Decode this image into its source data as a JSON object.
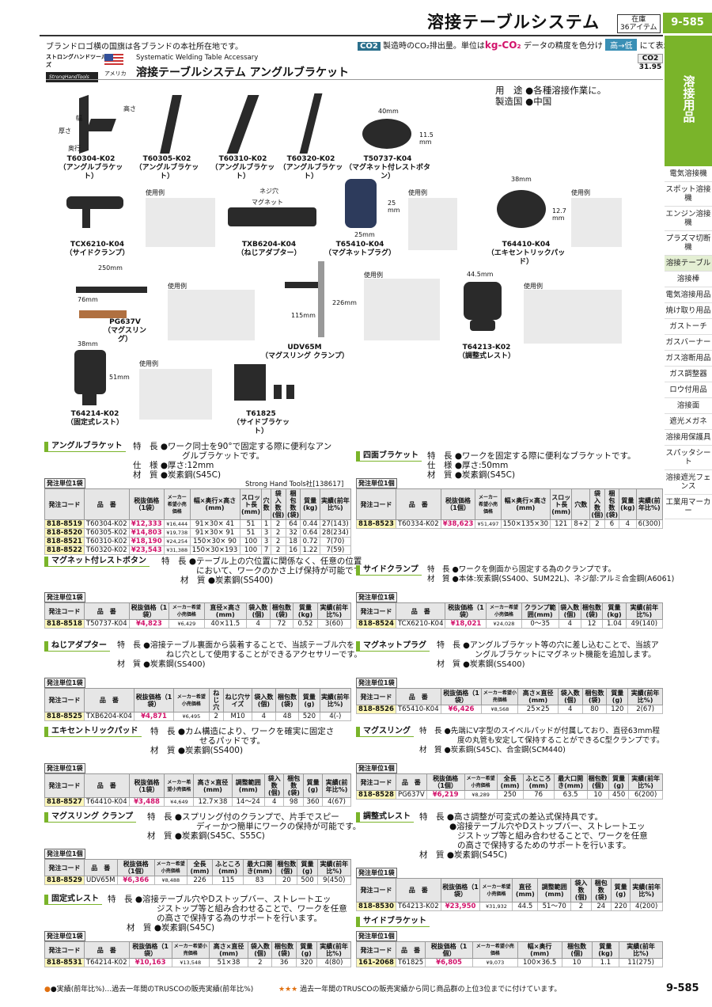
{
  "header": {
    "title": "溶接テーブルシステム",
    "stock_l1": "在庫",
    "stock_l2": "36アイテム",
    "page": "9-585"
  },
  "notes": {
    "brand": "ブランドロゴ横の国旗は各ブランドの本社所在地です。",
    "co2_badge": "CO2",
    "co2_text": "製造時のCO₂排出量。単位は",
    "co2_unit": "kg-CO₂",
    "co2_tail": "データの精度を色分け",
    "co2_hi": "高",
    "co2_lo": "低",
    "co2_end": "にて表示。"
  },
  "brand": {
    "name_jp": "ストロングハンドツールズ",
    "logo": "StrongHandTools",
    "country": "アメリカ"
  },
  "subtitle": {
    "en": "Systematic Welding Table Accessary",
    "jp": "溶接テーブルシステム アングルブラケット"
  },
  "co2_value": {
    "label": "CO2",
    "value": "31.95"
  },
  "spec": {
    "l1k": "用　途",
    "l1v": "●各種溶接作業に。",
    "l2k": "製造国",
    "l2v": "●中国"
  },
  "sidebar": {
    "category": "溶接用品",
    "items": [
      "電気溶接機",
      "スポット溶接機",
      "エンジン溶接機",
      "プラズマ切断機",
      "溶接テーブル",
      "溶接棒",
      "電気溶接用品",
      "焼け取り用品",
      "ガストーチ",
      "ガスバーナー",
      "ガス溶断用品",
      "ガス調整器",
      "ロウ付用品",
      "溶接面",
      "遮光メガネ",
      "溶接用保護具",
      "スパッタシート",
      "溶接遮光フェンス",
      "工業用マーカー"
    ]
  },
  "products": {
    "p1a": "T60304-K02",
    "p1b": "（アングルブラケット）",
    "p2a": "T60305-K02",
    "p2b": "（アングルブラケット）",
    "p3a": "T60310-K02",
    "p3b": "（アングルブラケット）",
    "p4a": "T60320-K02",
    "p4b": "（アングルブラケット）",
    "p5a": "T50737-K04",
    "p5b": "（マグネット付レストボタン）",
    "p6a": "TCX6210-K04",
    "p6b": "（サイドクランプ）",
    "p7a": "TXB6204-K04",
    "p7b": "（ねじアダプター）",
    "p8a": "T65410-K04",
    "p8b": "（マグネットプラグ）",
    "p9a": "T64410-K04",
    "p9b": "（エキセントリックパッド）",
    "p10a": "PG637V",
    "p10b": "（マグスリング）",
    "p11a": "UDV65M",
    "p11b": "（マグスリング クランプ）",
    "p12a": "T64213-K02",
    "p12b": "（調整式レスト）",
    "p13a": "T64214-K02",
    "p13b": "（固定式レスト）",
    "p14a": "T61825",
    "p14b": "（サイドブラケット）"
  },
  "dims": {
    "taka": "高さ",
    "haba": "幅",
    "atsusa": "厚さ",
    "okuyuki": "奥行",
    "d40": "40mm",
    "d115": "11.5 mm",
    "neji": "ネジ穴",
    "magnet": "マグネット",
    "d25": "25 mm",
    "d25b": "25mm",
    "d38": "38mm",
    "d127": "12.7 mm",
    "d250": "250mm",
    "d76": "76mm",
    "d226": "226mm",
    "d115b": "115mm",
    "d445": "44.5mm",
    "d38b": "38mm",
    "d51": "51mm"
  },
  "useex": "使用例",
  "s1": {
    "title": "アングルブラケット",
    "d1": "特　長 ●ワーク同士を90°で固定する際に便利なアン",
    "d2": "グルブラケットです。",
    "d3": "仕　様 ●厚さ:12mm",
    "d4": "材　質 ●炭素鋼(S45C)",
    "maker": "Strong Hand Tools社[138617]",
    "unit": "発注単位1袋",
    "headers": [
      "発注コード",
      "品　番",
      "税抜価格（1袋）",
      "メーカー希望小売価格",
      "幅×奥行×高さ(mm)",
      "スロット長(mm)",
      "穴数",
      "袋入数(個)",
      "梱包数(袋)",
      "質量(kg)",
      "実績(前年比%)"
    ],
    "rows": [
      [
        "818-8519",
        "T60304-K02",
        "¥12,333",
        "¥16,444",
        "91×30× 41",
        "51",
        "1",
        "2",
        "64",
        "0.44",
        "27(143)"
      ],
      [
        "818-8520",
        "T60305-K02",
        "¥14,803",
        "¥19,738",
        "91×30× 91",
        "51",
        "3",
        "2",
        "32",
        "0.64",
        "28(234)"
      ],
      [
        "818-8521",
        "T60310-K02",
        "¥18,190",
        "¥24,254",
        "150×30× 90",
        "100",
        "3",
        "2",
        "18",
        "0.72",
        "7(70)"
      ],
      [
        "818-8522",
        "T60320-K02",
        "¥23,543",
        "¥31,388",
        "150×30×193",
        "100",
        "7",
        "2",
        "16",
        "1.22",
        "7(59)"
      ]
    ]
  },
  "s2": {
    "title": "四面ブラケット",
    "d1": "特　長 ●ワークを固定する際に便利なブラケットです。",
    "d2": "仕　様 ●厚さ:50mm",
    "d3": "材　質 ●炭素鋼(S45C)",
    "unit": "発注単位1個",
    "headers": [
      "発注コード",
      "品　番",
      "税抜価格（1個）",
      "メーカー希望小売価格",
      "幅×奥行×高さ(mm)",
      "スロット長(mm)",
      "穴数",
      "袋入数(個)",
      "梱包数(袋)",
      "質量(kg)",
      "実績(前年比%)"
    ],
    "rows": [
      [
        "818-8523",
        "T60334-K02",
        "¥38,623",
        "¥51,497",
        "150×135×30",
        "121",
        "8+2",
        "2",
        "6",
        "4",
        "6(300)"
      ]
    ]
  },
  "s3": {
    "title": "マグネット付レストボタン",
    "d1": "特　長 ●テーブル上の穴位置に関係なく、任意の位置",
    "d2": "において、ワークのかさ上げ保持が可能です。",
    "d3": "材　質 ●炭素鋼(SS400)",
    "unit": "発注単位1袋",
    "headers": [
      "発注コード",
      "品　番",
      "税抜価格（1袋）",
      "メーカー希望小売価格",
      "直径×高さ(mm)",
      "袋入数(個)",
      "梱包数(袋)",
      "質量(kg)",
      "実績(前年比%)"
    ],
    "rows": [
      [
        "818-8518",
        "T50737-K04",
        "¥4,823",
        "¥6,429",
        "40×11.5",
        "4",
        "72",
        "0.52",
        "3(60)"
      ]
    ]
  },
  "s4": {
    "title": "サイドクランプ",
    "d1": "特　長 ●ワークを側面から固定する為のクランプです。",
    "d2": "材　質 ●本体:炭素鋼(SS400、SUM22L)、ネジ部:アルミ合金鋼(A6061)",
    "unit": "発注単位1袋",
    "headers": [
      "発注コード",
      "品　番",
      "税抜価格（1袋）",
      "メーカー希望小売価格",
      "クランプ範囲(mm)",
      "袋入数(個)",
      "梱包数(袋)",
      "質量(kg)",
      "実績(前年比%)"
    ],
    "rows": [
      [
        "818-8524",
        "TCX6210-K04",
        "¥18,021",
        "¥24,028",
        "0～35",
        "4",
        "12",
        "1.04",
        "49(140)"
      ]
    ]
  },
  "s5": {
    "title": "ねじアダプター",
    "d1": "特　長 ●溶接テーブル裏面から装着することで、当該テーブル穴を",
    "d2": "ねじ穴として使用することができるアクセサリーです。",
    "d3": "材　質 ●炭素鋼(SS400)",
    "unit": "発注単位1袋",
    "headers": [
      "発注コード",
      "品　番",
      "税抜価格（1袋）",
      "メーカー希望小売価格",
      "ねじ穴",
      "ねじ穴サイズ",
      "袋入数(個)",
      "梱包数(袋)",
      "質量(g)",
      "実績(前年比%)"
    ],
    "rows": [
      [
        "818-8525",
        "TXB6204-K04",
        "¥4,871",
        "¥6,495",
        "2",
        "M10",
        "4",
        "48",
        "520",
        "4(-)"
      ]
    ]
  },
  "s6": {
    "title": "マグネットプラグ",
    "d1": "特　長 ●アングルブラケット等の穴に差し込むことで、当該ア",
    "d2": "ングルブラケットにマグネット機能を追加します。",
    "d3": "材　質 ●炭素鋼(SS400)",
    "unit": "発注単位1袋",
    "headers": [
      "発注コード",
      "品　番",
      "税抜価格（1袋）",
      "メーカー希望小売価格",
      "高さ×直径(mm)",
      "袋入数(個)",
      "梱包数(袋)",
      "質量(g)",
      "実績(前年比%)"
    ],
    "rows": [
      [
        "818-8526",
        "T65410-K04",
        "¥6,426",
        "¥8,568",
        "25×25",
        "4",
        "80",
        "120",
        "2(67)"
      ]
    ]
  },
  "s7": {
    "title": "エキセントリックパッド",
    "d1": "特　長 ●カム構造により、ワークを確実に固定さ",
    "d2": "せるパッドです。",
    "d3": "材　質 ●炭素鋼(SS400)",
    "unit": "発注単位1袋",
    "headers": [
      "発注コード",
      "品　番",
      "税抜価格（1袋）",
      "メーカー希望小売価格",
      "高さ×直径(mm)",
      "調整範囲(mm)",
      "袋入数(個)",
      "梱包数(袋)",
      "質量(g)",
      "実績(前年比%)"
    ],
    "rows": [
      [
        "818-8527",
        "T64410-K04",
        "¥3,488",
        "¥4,649",
        "12.7×38",
        "14～24",
        "4",
        "98",
        "360",
        "4(67)"
      ]
    ]
  },
  "s8": {
    "title": "マグスリング",
    "d1": "特　長 ●先端にV字型のスイベルパッドが付属しており、直径63mm程",
    "d2": "度の丸管も安定して保持することができるC型クランプです。",
    "d3": "材　質 ●炭素鋼(S45C)、合金鋼(SCM440)",
    "unit": "発注単位1個",
    "headers": [
      "発注コード",
      "品　番",
      "税抜価格（1個）",
      "メーカー希望小売価格",
      "全長(mm)",
      "ふところ(mm)",
      "最大口開き(mm)",
      "梱包数(個)",
      "質量(g)",
      "実績(前年比%)"
    ],
    "rows": [
      [
        "818-8528",
        "PG637V",
        "¥6,219",
        "¥8,289",
        "250",
        "76",
        "63.5",
        "10",
        "450",
        "6(200)"
      ]
    ]
  },
  "s9": {
    "title": "マグスリング クランプ",
    "d1": "特　長 ●スプリング付のクランプで、片手でスピー",
    "d2": "ディーかつ簡単にワークの保持が可能です。",
    "d3": "材　質 ●炭素鋼(S45C、S55C)",
    "unit": "発注単位1個",
    "headers": [
      "発注コード",
      "品　番",
      "税抜価格（1個）",
      "メーカー希望小売価格",
      "全長(mm)",
      "ふところ(mm)",
      "最大口開き(mm)",
      "梱包数(個)",
      "質量(g)",
      "実績(前年比%)"
    ],
    "rows": [
      [
        "818-8529",
        "UDV65M",
        "¥6,366",
        "¥8,488",
        "226",
        "115",
        "83",
        "20",
        "500",
        "9(450)"
      ]
    ]
  },
  "s10": {
    "title": "調整式レスト",
    "d1": "特　長 ●高さ調整が可変式の差込式保持具です。",
    "d2": "●溶接テーブル穴やDストップバー、ストレートエッ",
    "d3": "ジストップ等と組み合わせることで、ワークを任意",
    "d4": "の高さで保持するためのサポートを行います。",
    "d5": "材　質 ●炭素鋼(S45C)",
    "unit": "発注単位1袋",
    "headers": [
      "発注コード",
      "品　番",
      "税抜価格（1袋）",
      "メーカー希望小売価格",
      "直径(mm)",
      "調整範囲(mm)",
      "袋入数(個)",
      "梱包数(袋)",
      "質量(g)",
      "実績(前年比%)"
    ],
    "rows": [
      [
        "818-8530",
        "T64213-K02",
        "¥23,950",
        "¥31,932",
        "44.5",
        "51～70",
        "2",
        "24",
        "220",
        "4(200)"
      ]
    ]
  },
  "s11": {
    "title": "固定式レスト",
    "d1": "特　長 ●溶接テーブル穴やDストップバー、ストレートエッ",
    "d2": "ジストップ等と組み合わせることで、ワークを任意",
    "d3": "の高さで保持する為のサポートを行います。",
    "d4": "材　質 ●炭素鋼(S45C)",
    "unit": "発注単位1袋",
    "headers": [
      "発注コード",
      "品　番",
      "税抜価格（1袋）",
      "メーカー希望小売価格",
      "高さ×直径(mm)",
      "袋入数(個)",
      "梱包数(袋)",
      "質量(g)",
      "実績(前年比%)"
    ],
    "rows": [
      [
        "818-8531",
        "T64214-K02",
        "¥10,163",
        "¥13,548",
        "51×38",
        "2",
        "36",
        "320",
        "4(80)"
      ]
    ]
  },
  "s12": {
    "title": "サイドブラケット",
    "unit": "発注単位1個",
    "headers": [
      "発注コード",
      "品　番",
      "税抜価格（1個）",
      "メーカー希望小売価格",
      "幅×奥行(mm)",
      "梱包数(個)",
      "質量(kg)",
      "実績(前年比%)"
    ],
    "rows": [
      [
        "161-2068",
        "T61825",
        "¥6,805",
        "¥9,073",
        "100×36.5",
        "10",
        "1.1",
        "11(275)"
      ]
    ]
  },
  "footer": {
    "left": "●実績(前年比%)…過去一年間のTRUSCOの販売実績(前年比%)",
    "right": "過去一年間のTRUSCOの販売実績から同じ商品群の上位3位までに付けています。",
    "page": "9-585"
  },
  "colors": {
    "accent": "#7ab42a",
    "price": "#d2136b",
    "code_bg": "#fdf7b8"
  }
}
